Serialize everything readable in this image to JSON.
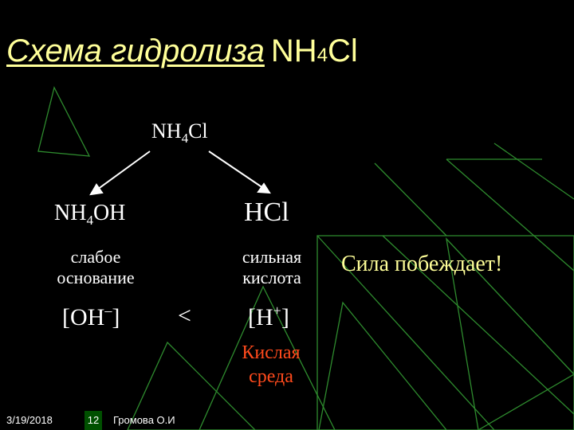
{
  "title": {
    "text": "Схема гидролиза",
    "formula_main": "NH",
    "formula_sub": "4",
    "formula_tail": "Cl"
  },
  "salt": {
    "main": "NH",
    "sub": "4",
    "tail": "Cl"
  },
  "base": {
    "main": "NH",
    "sub": "4",
    "tail": "OH",
    "strength": "слабое основание",
    "ion_open": "[OH",
    "ion_charge": "–",
    "ion_close": "]"
  },
  "acid": {
    "formula": "HCl",
    "strength": "сильная кислота",
    "ion_open": "[H",
    "ion_charge": "+",
    "ion_close": "]"
  },
  "comparison": "<",
  "medium": "Кислая среда",
  "power_note": "Сила побеждает!",
  "footer": {
    "date": "3/19/2018",
    "slide_number": "12",
    "author": "Громова О.И"
  },
  "colors": {
    "background": "#000000",
    "title": "#ffff99",
    "text": "#ffffff",
    "medium": "#ff4a1c",
    "decor_lines": "#2e8b2e",
    "slide_number_bg": "#005000"
  },
  "icons": {
    "arrows": "arrow-down-left, arrow-down-right"
  }
}
